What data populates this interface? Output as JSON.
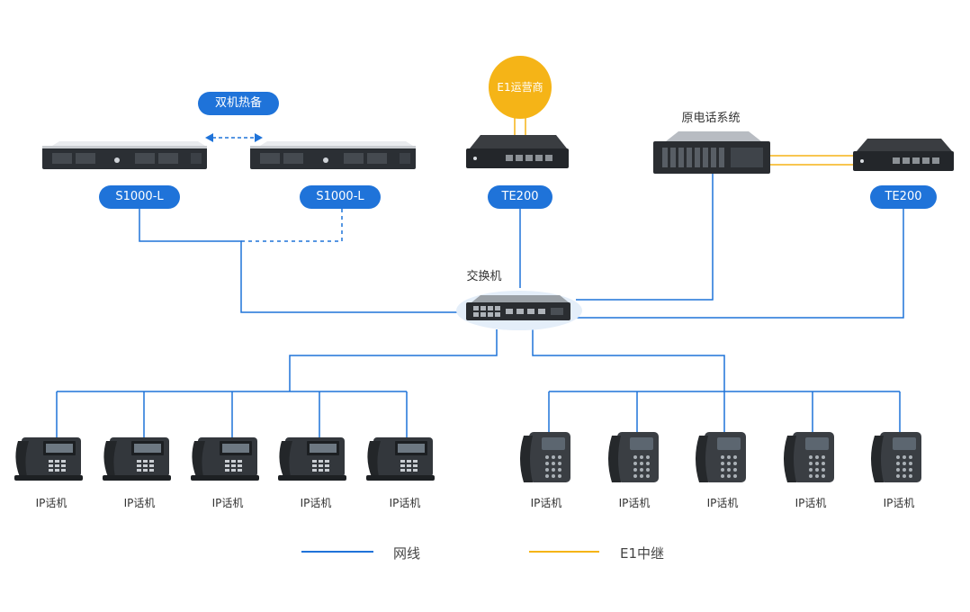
{
  "labels": {
    "ha": "双机热备",
    "server_left": "S1000-L",
    "server_right": "S1000-L",
    "carrier": "E1运营商",
    "te200_top": "TE200",
    "legacy_system": "原电话系统",
    "te200_right": "TE200",
    "switch": "交换机"
  },
  "phones_left": [
    {
      "label": "IP话机"
    },
    {
      "label": "IP话机"
    },
    {
      "label": "IP话机"
    },
    {
      "label": "IP话机"
    },
    {
      "label": "IP话机"
    }
  ],
  "phones_right": [
    {
      "label": "IP话机"
    },
    {
      "label": "IP话机"
    },
    {
      "label": "IP话机"
    },
    {
      "label": "IP话机"
    },
    {
      "label": "IP话机"
    }
  ],
  "legend": {
    "network": "网线",
    "e1": "E1中继"
  },
  "colors": {
    "network_line": "#1f73d9",
    "e1_line": "#f5b417",
    "pill": "#1f73d9"
  }
}
